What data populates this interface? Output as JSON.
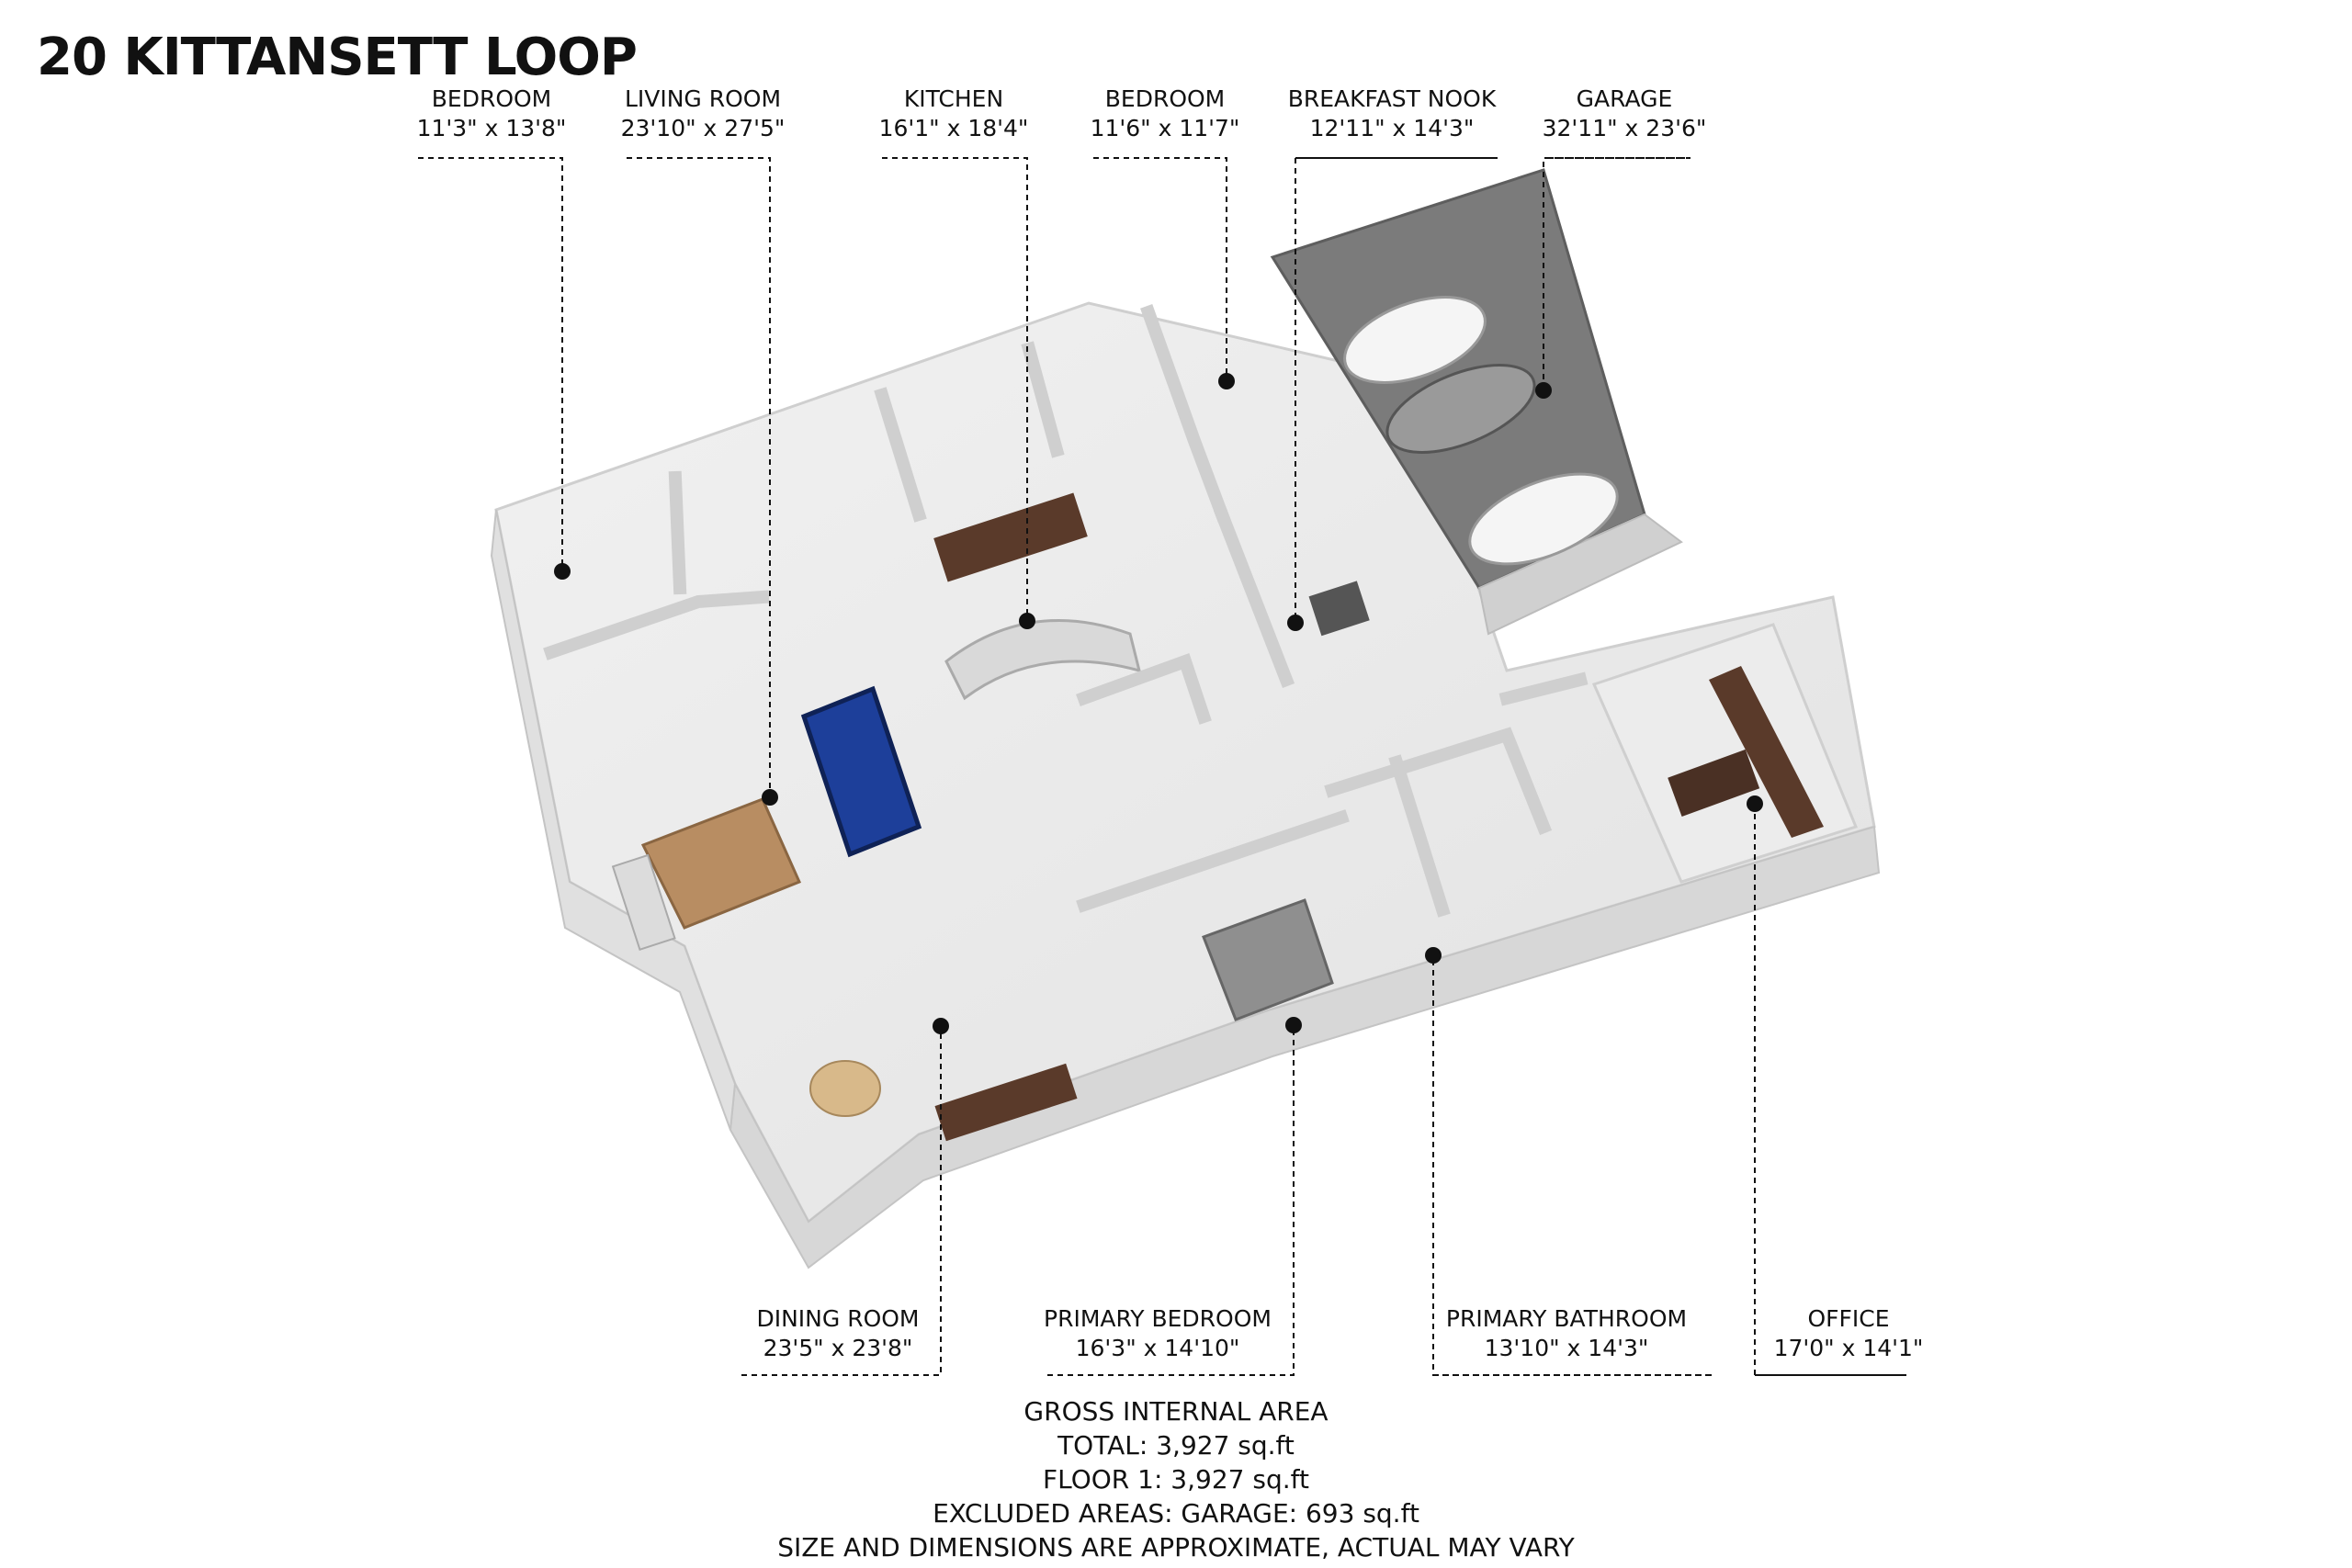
{
  "title": "20 KITTANSETT LOOP",
  "rooms": [
    {
      "name": "BEDROOM",
      "dims": "11'3\" x 13'8\""
    },
    {
      "name": "LIVING ROOM",
      "dims": "23'10\" x 27'5\""
    },
    {
      "name": "KITCHEN",
      "dims": "16'1\" x 18'4\""
    },
    {
      "name": "BEDROOM",
      "dims": "11'6\" x 11'7\""
    },
    {
      "name": "BREAKFAST NOOK",
      "dims": "12'11\" x 14'3\""
    },
    {
      "name": "GARAGE",
      "dims": "32'11\" x 23'6\""
    },
    {
      "name": "DINING ROOM",
      "dims": "23'5\" x 23'8\""
    },
    {
      "name": "PRIMARY BEDROOM",
      "dims": "16'3\" x 14'10\""
    },
    {
      "name": "PRIMARY BATHROOM",
      "dims": "13'10\" x 14'3\""
    },
    {
      "name": "OFFICE",
      "dims": "17'0\" x 14'1\""
    }
  ],
  "area": {
    "heading": "GROSS INTERNAL AREA",
    "total": "TOTAL: 3,927 sq.ft",
    "floor": "FLOOR 1: 3,927 sq.ft",
    "excluded": "EXCLUDED AREAS: GARAGE: 693 sq.ft",
    "disclaimer": "SIZE AND DIMENSIONS ARE APPROXIMATE, ACTUAL MAY VARY"
  },
  "colors": {
    "floor": "#e9e9e9",
    "wall": "#ffffff",
    "wall_side": "#d6d6d6",
    "wood": "#5a3a2a",
    "garage_floor": "#7b7b7b",
    "pool_table": "#1d3f9a",
    "leader": "#111111"
  }
}
